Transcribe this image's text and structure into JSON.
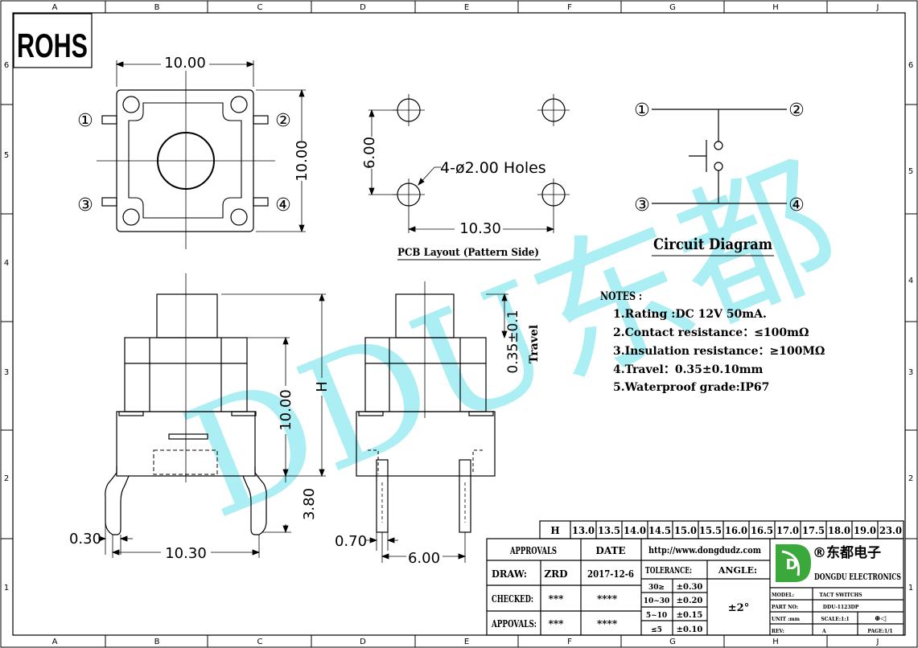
{
  "frame": {
    "cols": [
      "A",
      "B",
      "C",
      "D",
      "E",
      "F",
      "G",
      "H",
      "J"
    ],
    "rows": [
      "6",
      "5",
      "4",
      "3",
      "2",
      "1"
    ]
  },
  "rohs": "ROHS",
  "watermark": "DDU东都",
  "top_view": {
    "width_dim": "10.00",
    "height_dim": "10.00",
    "pins": [
      "①",
      "②",
      "③",
      "④"
    ]
  },
  "pcb": {
    "v_dim": "6.00",
    "hole_note": "4-ø2.00 Holes",
    "h_dim": "10.30",
    "caption": "PCB Layout (Pattern Side)"
  },
  "circuit": {
    "pins": [
      "①",
      "②",
      "③",
      "④"
    ],
    "caption": "Circuit Diagram"
  },
  "notes": {
    "title": "NOTES :",
    "items": [
      "1.Rating :DC 12V 50mA.",
      "2.Contact resistance：≤100mΩ",
      "3.Insulation resistance：≥100MΩ",
      "4.Travel：0.35±0.10mm",
      "5.Waterproof grade:IP67"
    ]
  },
  "front_view": {
    "body_height": "10.00",
    "h_label": "H",
    "lead_length": "3.80",
    "lead_width": "0.30",
    "lead_span": "10.30"
  },
  "side_view": {
    "travel_dim": "0.35±0.1",
    "travel_label": "Travel",
    "lead_width": "0.70",
    "lead_span": "6.00"
  },
  "h_table": {
    "header": "H",
    "values": [
      "13.0",
      "13.5",
      "14.0",
      "14.5",
      "15.0",
      "15.5",
      "16.0",
      "16.5",
      "17.0",
      "17.5",
      "18.0",
      "19.0",
      "23.0"
    ]
  },
  "title_block": {
    "approvals_header": "APPROVALS",
    "date_header": "DATE",
    "website": "http://www.dongdudz.com",
    "tolerance_header": "TOLERANCE:",
    "angle_header": "ANGLE:",
    "rows": [
      {
        "label": "DRAW:",
        "name": "ZRD",
        "date": "2017-12-6"
      },
      {
        "label": "CHECKED:",
        "name": "***",
        "date": "****"
      },
      {
        "label": "APPOVALS:",
        "name": "***",
        "date": "****"
      }
    ],
    "tolerances": [
      {
        "range": "30≥",
        "value": "±0.30"
      },
      {
        "range": "10~30",
        "value": "±0.20"
      },
      {
        "range": "5~10",
        "value": "±0.15"
      },
      {
        "range": "≤5",
        "value": "±0.10"
      }
    ],
    "angle": "±2°",
    "company_cn": "®东都电子",
    "company_en": "DONGDU ELECTRONICS",
    "model_label": "MODEL:",
    "model": "TACT SWITCHS",
    "part_label": "PART NO:",
    "part": "DDU-1123DP",
    "unit_label": "UNIT :mm",
    "scale": "SCALE:1:1",
    "rev_label": "REV:",
    "rev": "A",
    "page": "PAGE:1/1",
    "logo_letter": "D",
    "projection_symbol": "⊕◁"
  },
  "colors": {
    "line": "#000000",
    "watermark": "#8fe8f0",
    "logo_green": "#3aa83a"
  }
}
